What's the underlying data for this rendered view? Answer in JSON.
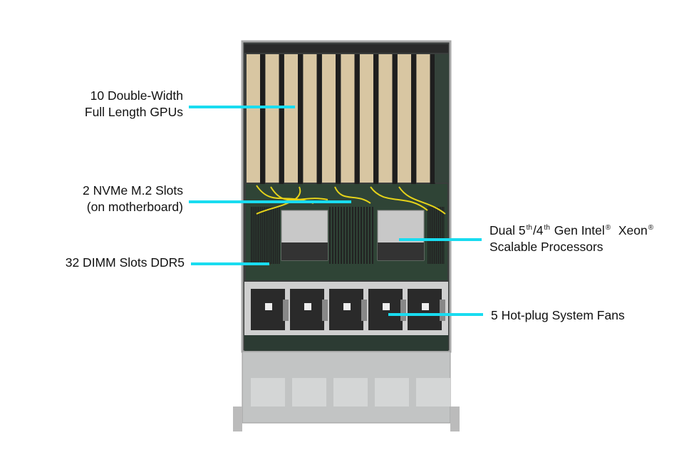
{
  "callouts": {
    "gpus": {
      "line1": "10 Double-Width",
      "line2": "Full Length GPUs"
    },
    "nvme": {
      "line1": "2 NVMe M.2 Slots",
      "line2": "(on motherboard)"
    },
    "dimm": {
      "line1": "32 DIMM Slots DDR5"
    },
    "cpu": {
      "pre": "Dual 5",
      "sup1": "th",
      "mid": "/4",
      "sup2": "th",
      "post": " Gen Intel",
      "reg1": "®",
      "xeon": "  Xeon",
      "reg2": "®",
      "line2": "Scalable Processors"
    },
    "fans": {
      "line1": "5 Hot-plug System Fans"
    }
  },
  "colors": {
    "callout": "#19dcf0",
    "gpu": "#d8c6a2",
    "chassis": "#9a9a9a"
  }
}
